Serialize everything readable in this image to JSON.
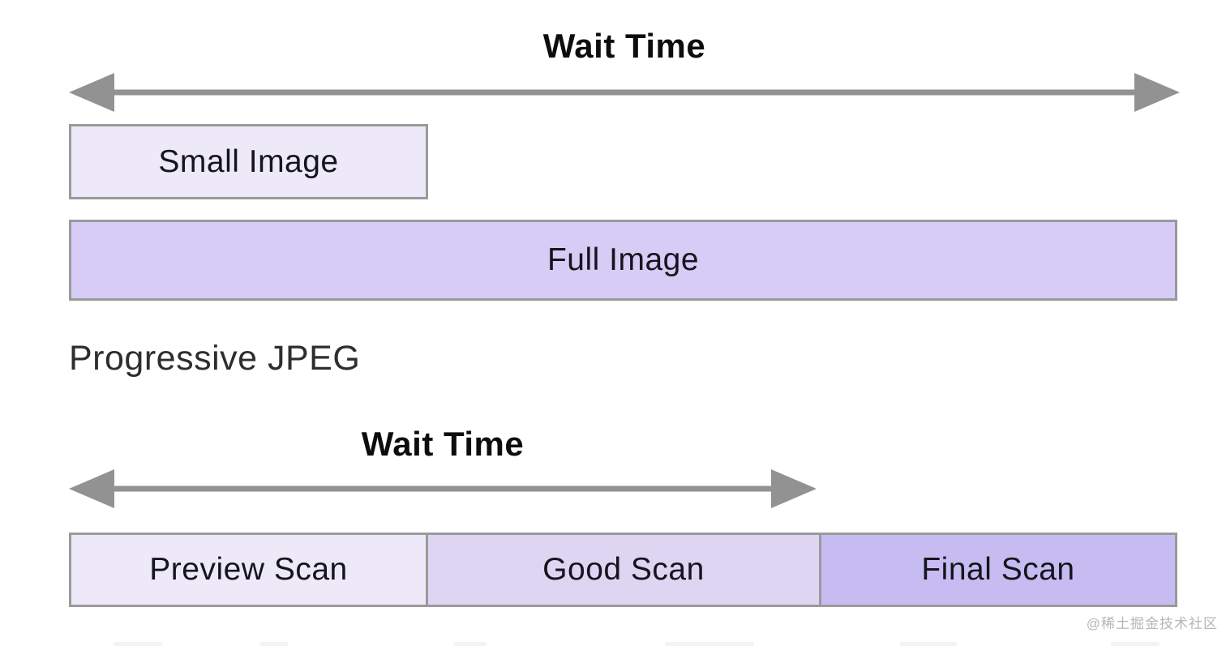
{
  "colors": {
    "arrow": "#929292",
    "border": "#9a9a9a",
    "box_light": "#EDE9F8",
    "box_medium": "#DDD5F2",
    "box_full": "#D6CCF6",
    "box_dark": "#C7BCF1",
    "watermark": "#b5b5bd"
  },
  "baseline_section": {
    "wait_time_label": "Wait Time",
    "bars": [
      {
        "label": "Small Image",
        "shade": "light"
      },
      {
        "label": "Full Image",
        "shade": "full"
      }
    ]
  },
  "progressive_section": {
    "heading": "Progressive JPEG",
    "wait_time_label": "Wait Time",
    "bars": [
      {
        "label": "Preview Scan",
        "shade": "light"
      },
      {
        "label": "Good Scan",
        "shade": "medium"
      },
      {
        "label": "Final Scan",
        "shade": "dark"
      }
    ]
  },
  "watermark": "@稀土掘金技术社区"
}
